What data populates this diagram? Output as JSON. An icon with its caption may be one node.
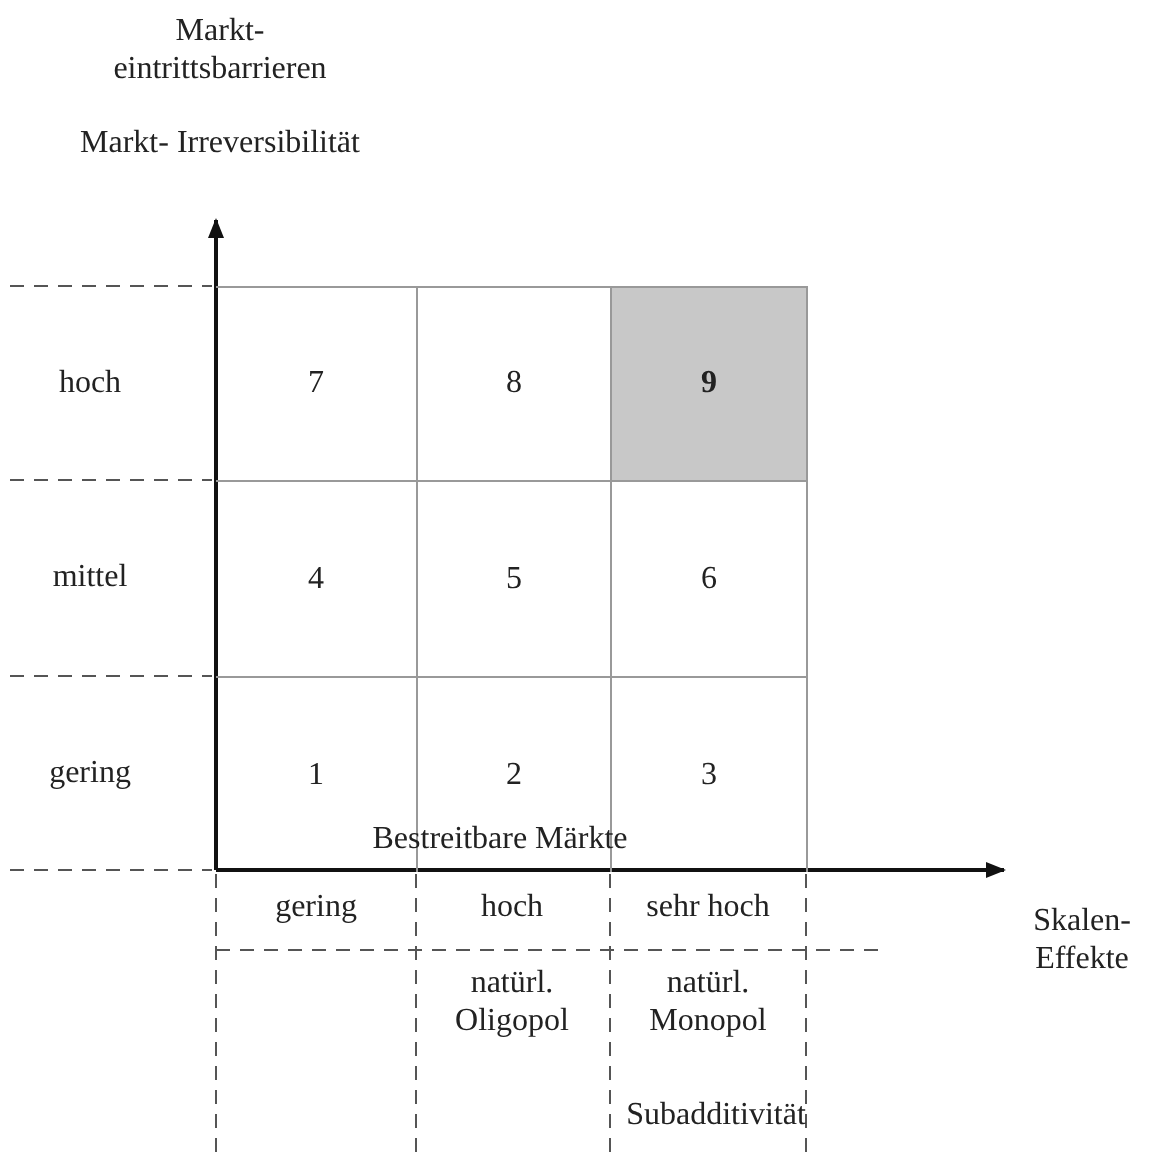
{
  "diagram": {
    "nodes": [
      {
        "text": [
          "7"
        ]
      },
      {
        "text": [
          "8"
        ]
      },
      {
        "text": [
          "9"
        ]
      },
      {
        "text": [
          "4"
        ]
      },
      {
        "text": [
          "5"
        ]
      },
      {
        "text": [
          "6"
        ]
      },
      {
        "text": [
          "1"
        ]
      },
      {
        "text": [
          "2"
        ]
      },
      {
        "text": [
          "3"
        ]
      }
    ],
    "labels": [
      "Markt- eintrittsbarrieren",
      "Markt- Irreversibilität",
      "hoch",
      "mittel",
      "gering",
      "Bestreitbare Märkte",
      "gering",
      "hoch",
      "sehr hoch",
      "Skalen-Effekte",
      "natürl. Oligopol",
      "natürl. Monopol",
      "Subadditivität"
    ]
  }
}
